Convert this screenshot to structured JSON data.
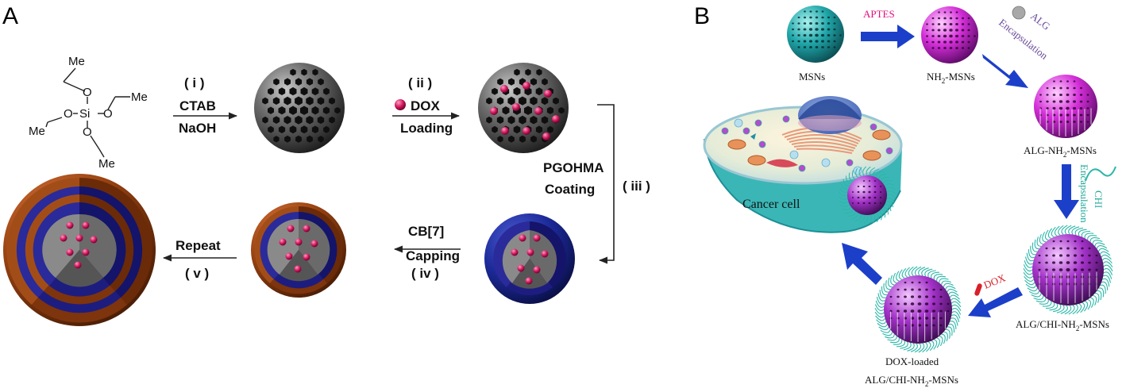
{
  "panels": {
    "a": {
      "letter": "A",
      "molecule": {
        "me1": "Me",
        "o1": "O",
        "me2": "Me",
        "o2": "O",
        "si": "Si",
        "o3": "O",
        "me3": "Me",
        "o4": "O",
        "me4": "Me"
      },
      "step1": {
        "num": "( i )",
        "reagent1": "CTAB",
        "reagent2": "NaOH"
      },
      "step2": {
        "num": "( ii )",
        "reagent": "DOX",
        "action": "Loading"
      },
      "step3": {
        "line1": "PGOHMA",
        "line2": "Coating",
        "num": "( iii )"
      },
      "step4": {
        "line1": "CB[7]",
        "line2": "Capping",
        "num": "( iv )"
      },
      "step5": {
        "action": "Repeat",
        "num": "( v )"
      },
      "colors": {
        "core": "#4a4a4a",
        "dox": "#d81b60",
        "blue_shell": "#1a1a7a",
        "brown_shell": "#8b3a12"
      }
    },
    "b": {
      "letter": "B",
      "msns": "MSNs",
      "aptes": "APTES",
      "nh2": {
        "pre": "NH",
        "sub": "2",
        "post": "-MSNs"
      },
      "alg_reagent": "ALG",
      "alg_encap": "Encapsulation",
      "alg_nh2": {
        "pre": "ALG-NH",
        "sub": "2",
        "post": "-MSNs"
      },
      "chi_reagent": "CHI",
      "chi_encap": "Encapsulation",
      "alg_chi": {
        "pre": "ALG/CHI-NH",
        "sub": "2",
        "post": "-MSNs"
      },
      "dox": "DOX",
      "dox_loaded_l1": "DOX-loaded",
      "dox_loaded_l2": {
        "pre": "ALG/CHI-NH",
        "sub": "2",
        "post": "-MSNs"
      },
      "cancer_cell": "Cancer cell",
      "colors": {
        "teal": "#1fa5a8",
        "magenta": "#d42ed8",
        "arrow": "#1c3fc9",
        "chi_fiber": "#2bb7a8"
      }
    }
  }
}
